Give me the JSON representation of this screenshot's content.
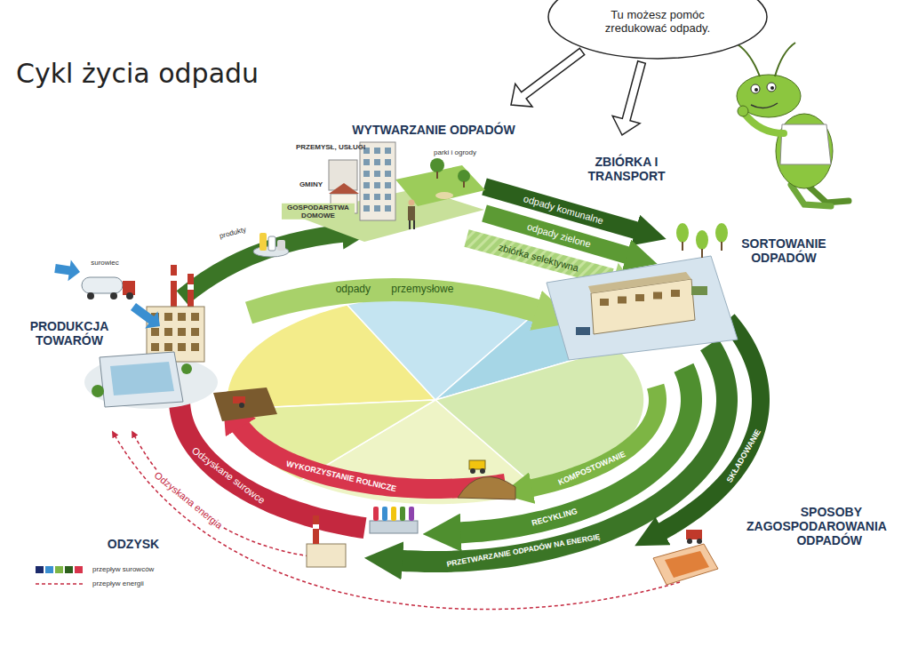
{
  "diagram": {
    "title": "Cykl życia odpadu",
    "nodes": [
      {
        "text": [
          "Tu możesz pomóc zredukować odpady."
        ]
      }
    ],
    "labels": [
      "WYTWARZANIE ODPADÓW",
      "PRZEMYSŁ, USŁUGI",
      "parki i ogrody",
      "GMINY",
      "GOSPODARSTWA DOMOWE",
      "ZBIÓRKA I TRANSPORT",
      "odpady komunalne",
      "odpady zielone",
      "zbiórka selektywna",
      "SORTOWANIE ODPADÓW",
      "produkty",
      "surowiec",
      "odpady przemysłowe",
      "PRODUKCJA TOWARÓW",
      "KOMPOSTOWANIE",
      "SKŁADOWANIE",
      "WYKORZYSTANIE ROLNICZE",
      "Odzyskane surowce",
      "RECYKLING",
      "Odzyskana energia",
      "PRZETWARZANIE ODPADÓW NA ENERGIĘ",
      "SPOSOBY ZAGOSPODAROWANIA ODPADÓW",
      "ODZYSK"
    ],
    "legend": [
      {
        "text": "przepływ surowców"
      },
      {
        "text": "przepływ energii"
      }
    ]
  }
}
